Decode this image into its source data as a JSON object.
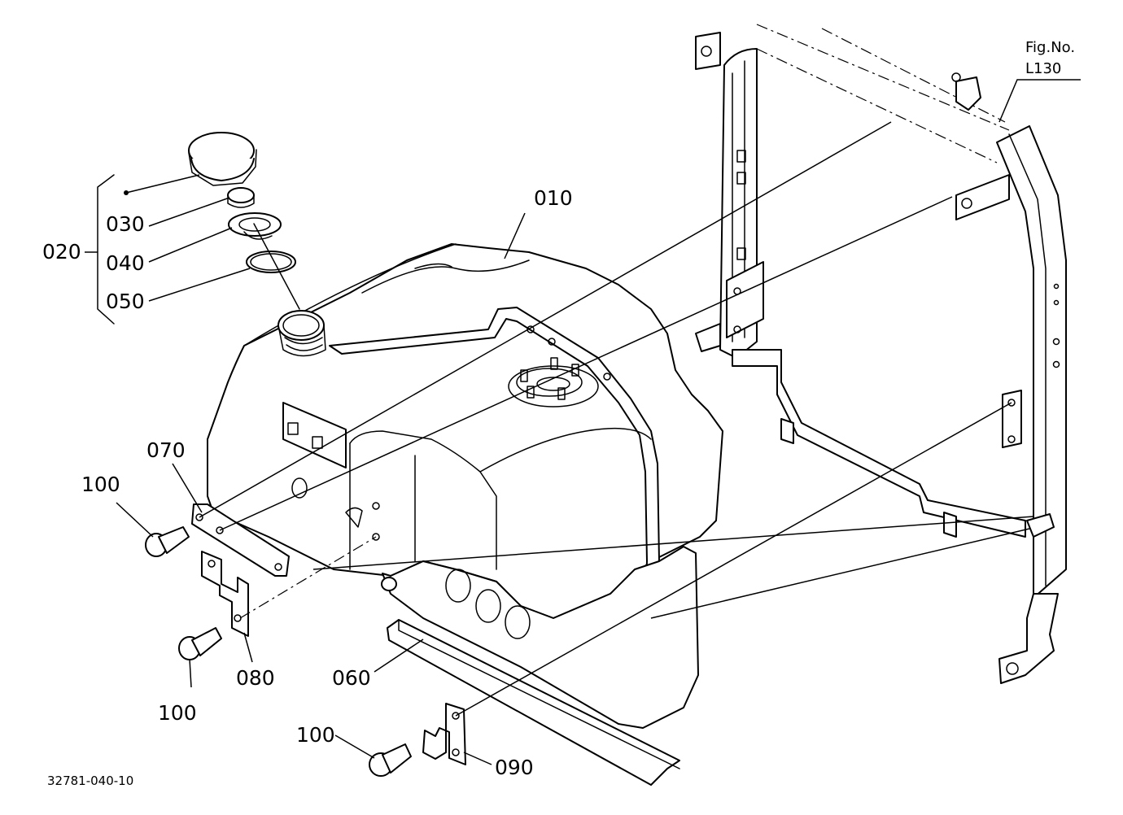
{
  "figure": {
    "fig_no_label": "Fig.No.",
    "fig_no_value": "L130",
    "drawing_number": "32781-040-10"
  },
  "parts": {
    "p010": "010",
    "p020": "020",
    "p030": "030",
    "p040": "040",
    "p050": "050",
    "p060": "060",
    "p070": "070",
    "p080": "080",
    "p090": "090",
    "p100_a": "100",
    "p100_b": "100",
    "p100_c": "100"
  }
}
